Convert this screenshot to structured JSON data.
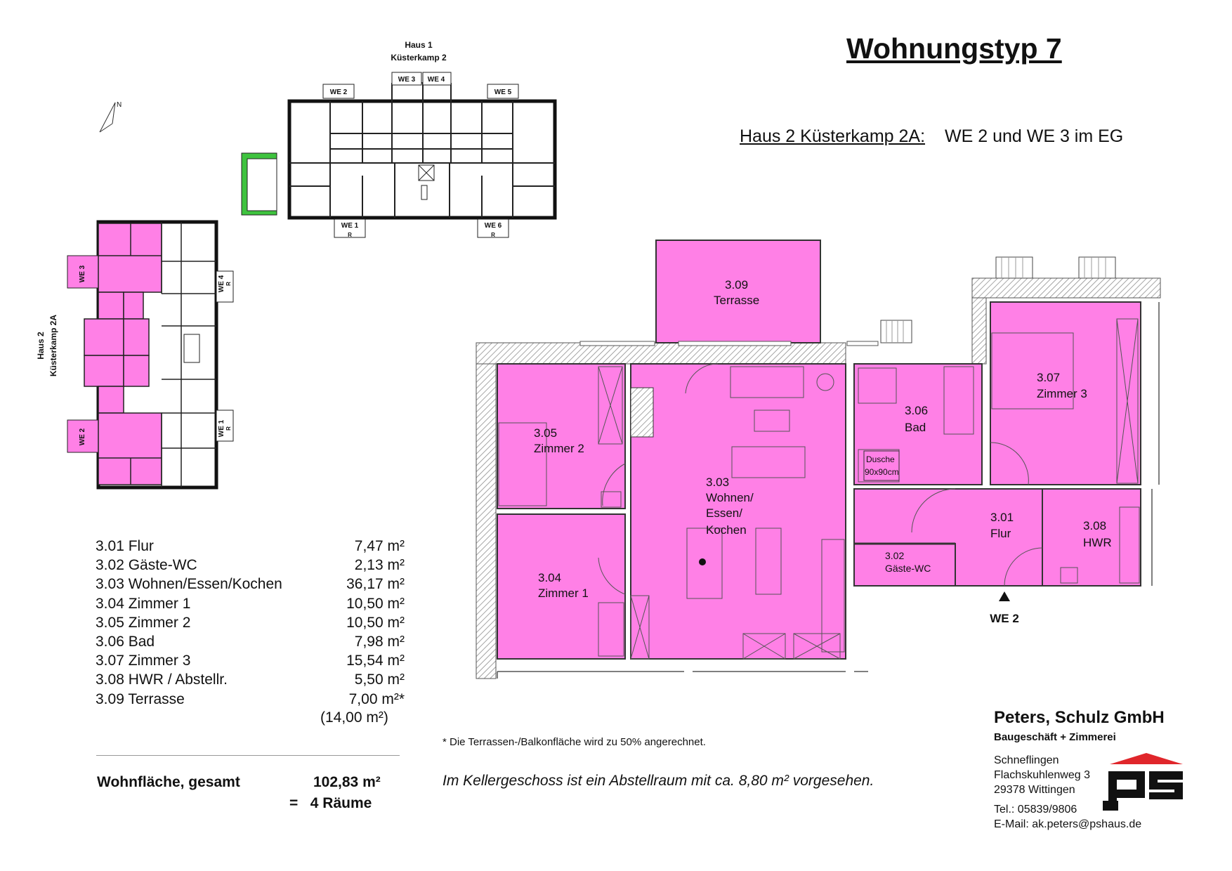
{
  "title": "Wohnungstyp 7",
  "subtitle": {
    "house": "Haus 2 Küsterkamp 2A:",
    "units": "WE 2 und WE 3 im EG"
  },
  "site_plan": {
    "haus1": {
      "line1": "Haus 1",
      "line2": "Küsterkamp 2"
    },
    "haus1_units": [
      "WE 2",
      "WE 3",
      "WE 4",
      "WE 5",
      "WE 1",
      "WE 6"
    ],
    "haus1_r": [
      "R",
      "R"
    ],
    "haus2": {
      "line1": "Haus 2",
      "line2": "Küsterkamp 2A"
    },
    "haus2_units": [
      "WE 3",
      "WE 4",
      "WE 2",
      "WE 1"
    ],
    "haus2_r": [
      "R",
      "R"
    ],
    "north": "N"
  },
  "floor_plan": {
    "rooms": [
      {
        "num": "3.09",
        "name": "Terrasse"
      },
      {
        "num": "3.05",
        "name": "Zimmer 2"
      },
      {
        "num": "3.04",
        "name": "Zimmer 1"
      },
      {
        "num": "3.03",
        "name": "Wohnen/",
        "name2": "Essen/",
        "name3": "Kochen"
      },
      {
        "num": "3.06",
        "name": "Bad"
      },
      {
        "num": "3.07",
        "name": "Zimmer 3"
      },
      {
        "num": "3.01",
        "name": "Flur"
      },
      {
        "num": "3.02",
        "name": "Gäste-WC"
      },
      {
        "num": "3.08",
        "name": "HWR"
      }
    ],
    "shower": {
      "line1": "Dusche",
      "line2": "90x90cm"
    },
    "entrance": "WE 2",
    "highlight_color": "#ff80e6"
  },
  "room_list": [
    {
      "label": "3.01 Flur",
      "area": "7,47 m²"
    },
    {
      "label": "3.02 Gäste-WC",
      "area": "2,13 m²"
    },
    {
      "label": "3.03 Wohnen/Essen/Kochen",
      "area": "36,17 m²"
    },
    {
      "label": "3.04 Zimmer 1",
      "area": "10,50 m²"
    },
    {
      "label": "3.05 Zimmer 2",
      "area": "10,50 m²"
    },
    {
      "label": "3.06 Bad",
      "area": "7,98 m²"
    },
    {
      "label": "3.07 Zimmer 3",
      "area": "15,54 m²"
    },
    {
      "label": "3.08 HWR / Abstellr.",
      "area": "5,50 m²"
    },
    {
      "label": "3.09 Terrasse",
      "area": "7,00 m²*"
    }
  ],
  "terrace_full": "(14,00 m²)",
  "total": {
    "label": "Wohnfläche, gesamt",
    "value": "102,83 m²",
    "rooms": "=   4 Räume"
  },
  "footnote": "* Die Terrassen-/Balkonfläche wird zu 50% angerechnet.",
  "cellar_note": "Im Kellergeschoss ist ein Abstellraum mit ca. 8,80 m² vorgesehen.",
  "company": {
    "name": "Peters, Schulz GmbH",
    "sub": "Baugeschäft + Zimmerei",
    "address": [
      "Schneflingen",
      "Flachskuhlenweg 3",
      "29378 Wittingen"
    ],
    "phone": "Tel.: 05839/9806",
    "email": "E-Mail: ak.peters@pshaus.de",
    "logo_color": "#e0262b"
  }
}
